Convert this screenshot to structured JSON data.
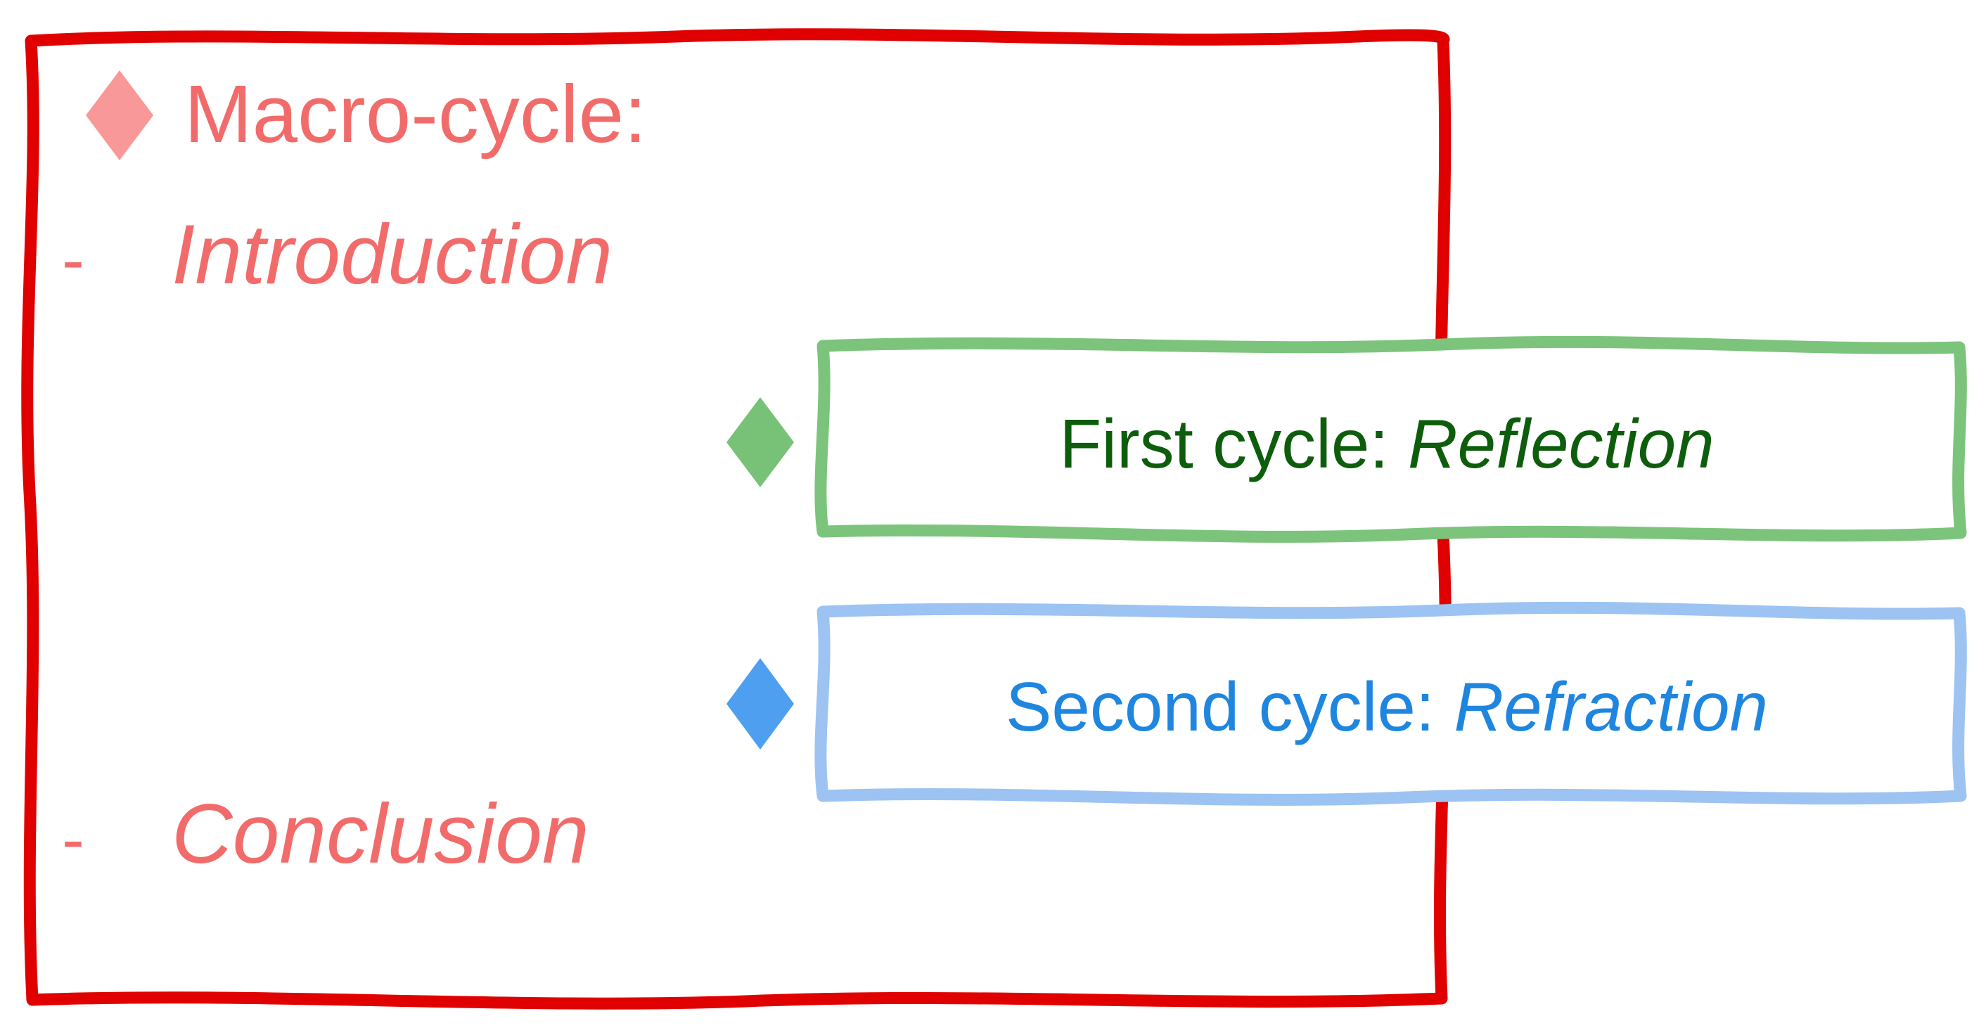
{
  "colors": {
    "macro_frame": "#e00000",
    "macro_text": "#f26b6b",
    "macro_diamond": "#f89898",
    "first_frame": "#7cc47c",
    "first_text": "#0d5d0d",
    "first_diamond": "#77c277",
    "second_frame": "#9cc3f2",
    "second_text": "#1f86e0",
    "second_diamond": "#4f9ff0",
    "background": "#ffffff"
  },
  "icons": {
    "macro": "diamond",
    "first": "diamond",
    "second": "diamond"
  },
  "macro": {
    "title": "Macro-cycle:",
    "items": [
      {
        "bullet": "-",
        "label": "Introduction"
      },
      {
        "bullet": "-",
        "label": "Conclusion"
      }
    ]
  },
  "cycles": [
    {
      "prefix": "First cycle: ",
      "name": "Reflection"
    },
    {
      "prefix": "Second cycle: ",
      "name": "Refraction"
    }
  ]
}
